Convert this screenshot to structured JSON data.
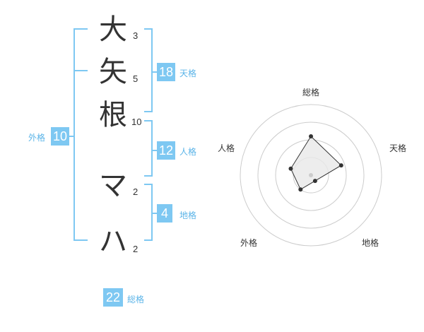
{
  "name_chars": [
    {
      "char": "大",
      "strokes": "3"
    },
    {
      "char": "矢",
      "strokes": "5"
    },
    {
      "char": "根",
      "strokes": "10"
    },
    {
      "char": "マ",
      "strokes": "2"
    },
    {
      "char": "ハ",
      "strokes": "2"
    }
  ],
  "fortunes": {
    "tenkaku": {
      "label": "天格",
      "value": "18"
    },
    "jinkaku": {
      "label": "人格",
      "value": "12"
    },
    "chikaku": {
      "label": "地格",
      "value": "4"
    },
    "gaikaku": {
      "label": "外格",
      "value": "10"
    },
    "soukaku": {
      "label": "総格",
      "value": "22"
    }
  },
  "chart_data": {
    "type": "radar",
    "axes": [
      "総格",
      "天格",
      "地格",
      "外格",
      "人格"
    ],
    "values": [
      22,
      18,
      4,
      10,
      12
    ],
    "rmax": 40,
    "rings": 4,
    "fill_color": "#e8e8e8",
    "line_color": "#333333",
    "ring_color": "#cccccc"
  },
  "colors": {
    "accent": "#7ec8f2",
    "label": "#5bb4e8"
  }
}
